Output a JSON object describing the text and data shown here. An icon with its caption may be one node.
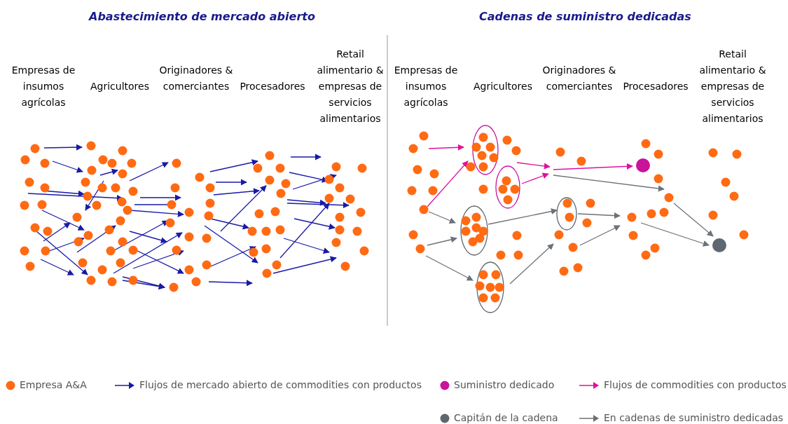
{
  "diagram": {
    "labels": [
      "Abastecimiento de mercado abierto",
      "Cadenas de suministro dedicadas",
      "Empresas de insumos agrícolas",
      "Agricultores",
      "Originadores & comerciantes",
      "Procesadores",
      "Retail alimentario & empresas de servicios alimentarios",
      "Empresas de insumos agrícolas",
      "Agricultores",
      "Originadores & comerciantes",
      "Procesadores",
      "Retail alimentario & empresas de servicios alimentarios"
    ],
    "legend": [
      {
        "text": "Empresa A&A",
        "color": "#ff6a13"
      },
      {
        "text": "Flujos de mercado abierto de commodities con productos"
      },
      {
        "text": "Suministro dedicado",
        "color": "#c8139a"
      },
      {
        "text": "Flujos de commodities con productos"
      },
      {
        "text": "Capitán de la cadena",
        "color": "#5f6770"
      },
      {
        "text": "En cadenas de suministro dedicadas"
      }
    ]
  }
}
